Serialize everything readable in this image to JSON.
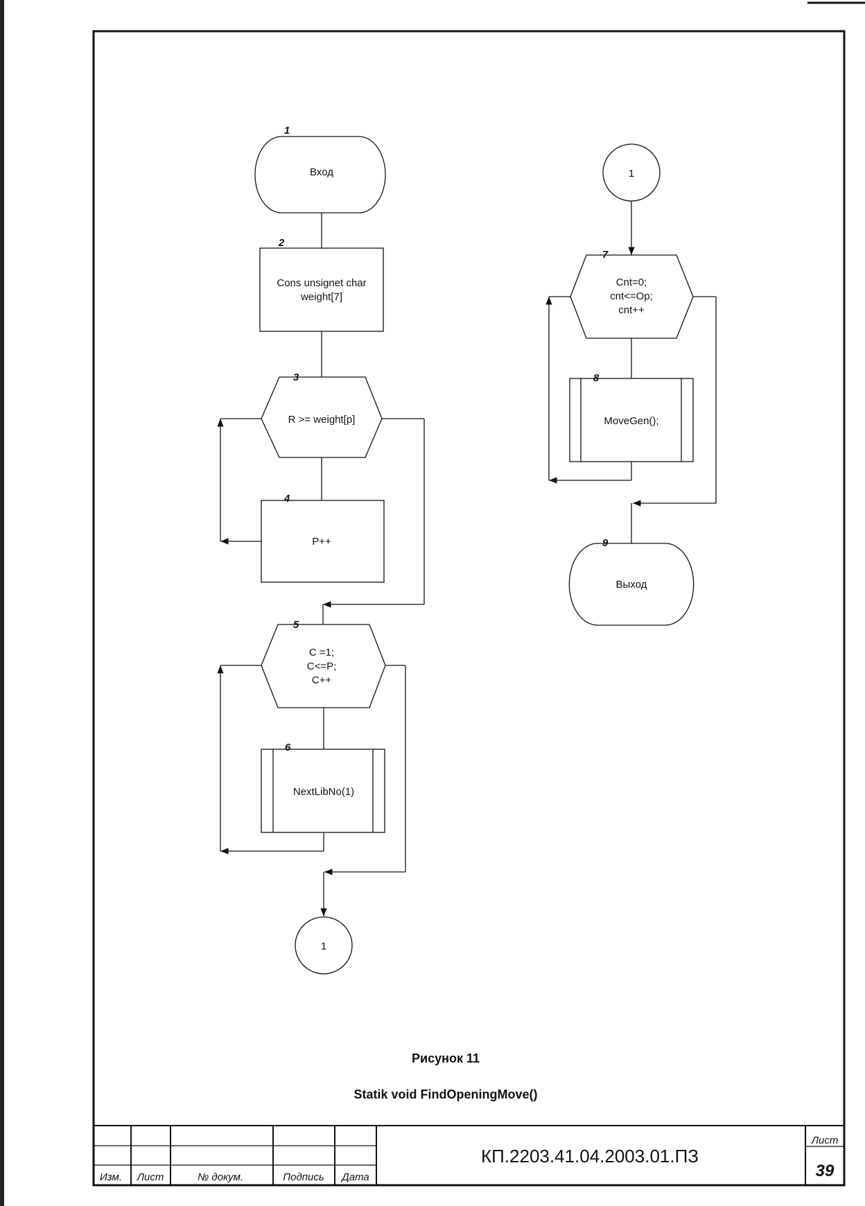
{
  "nodes": [
    {
      "id": "1",
      "number": "1",
      "lines": [
        "Вход"
      ]
    },
    {
      "id": "2",
      "number": "2",
      "lines": [
        "Cons unsignet char",
        "weight[7]"
      ]
    },
    {
      "id": "3",
      "number": "3",
      "lines": [
        "R >= weight[p]"
      ]
    },
    {
      "id": "4",
      "number": "4",
      "lines": [
        "P++"
      ]
    },
    {
      "id": "5",
      "number": "5",
      "lines": [
        "C =1;",
        "C<=P;",
        "C++"
      ]
    },
    {
      "id": "6",
      "number": "6",
      "lines": [
        "NextLibNo(1)"
      ]
    },
    {
      "id": "conn-out",
      "lines": [
        "1"
      ]
    },
    {
      "id": "conn-in",
      "lines": [
        "1"
      ]
    },
    {
      "id": "7",
      "number": "7",
      "lines": [
        "Cnt=0;",
        "cnt<=Op;",
        "cnt++"
      ]
    },
    {
      "id": "8",
      "number": "8",
      "lines": [
        "MoveGen();"
      ]
    },
    {
      "id": "9",
      "number": "9",
      "lines": [
        "Выход"
      ]
    }
  ],
  "caption": {
    "figure": "Рисунок 11",
    "title": "Statik void FindOpeningMove()"
  },
  "title_block": {
    "labels": [
      "Изм.",
      "Лист",
      "№ докум.",
      "Подпись",
      "Дата"
    ],
    "doc_code": "КП.2203.41.04.2003.01.ПЗ",
    "sheet_label": "Лист",
    "sheet_number": "39"
  }
}
